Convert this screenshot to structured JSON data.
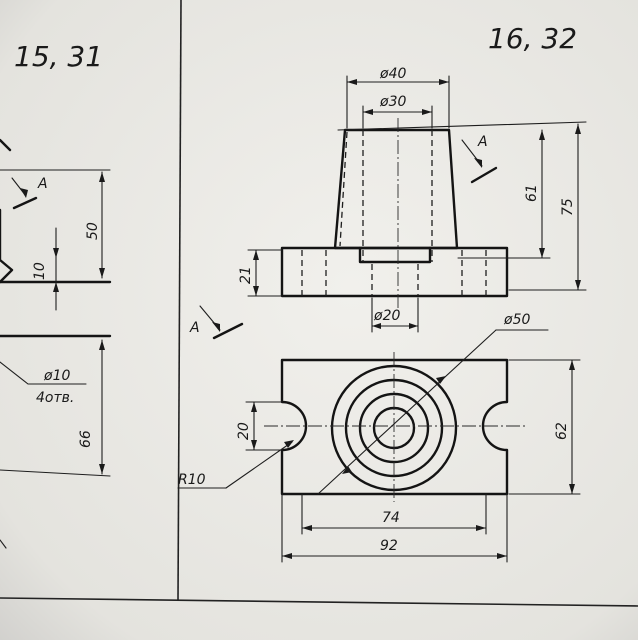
{
  "variants": {
    "left": "15,  31",
    "right": "16,  32"
  },
  "view_arrow": "A",
  "left_dims": {
    "d50": "50",
    "d10": "10",
    "hole": "ø10",
    "holes": "4отв.",
    "d66": "66"
  },
  "right_dims": {
    "d40": "ø40",
    "d30": "ø30",
    "d61": "61",
    "d75": "75",
    "d21": "21",
    "d20b": "ø20",
    "d50": "ø50",
    "d62": "62",
    "d20": "20",
    "r10": "R10",
    "d74": "74",
    "d92": "92"
  },
  "colors": {
    "paper": "#efeeea",
    "ink": "#141414"
  }
}
